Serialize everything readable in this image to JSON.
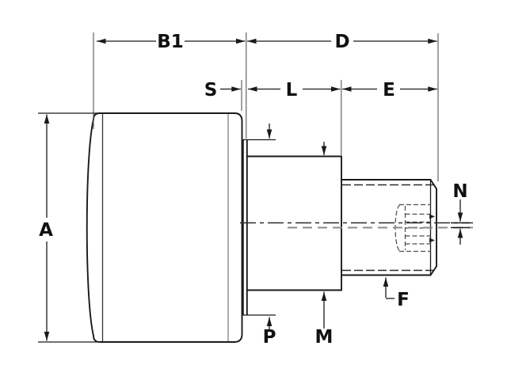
{
  "drawing": {
    "labels": {
      "b1": "B1",
      "d": "D",
      "s": "S",
      "l": "L",
      "e": "E",
      "a": "A",
      "n": "N",
      "p": "P",
      "m": "M",
      "f": "F"
    },
    "colors": {
      "outline": "#1a1a1a",
      "secondary_line": "#8a8a8a",
      "hidden_detail": "#4a4a4a",
      "background": "#ffffff"
    }
  }
}
